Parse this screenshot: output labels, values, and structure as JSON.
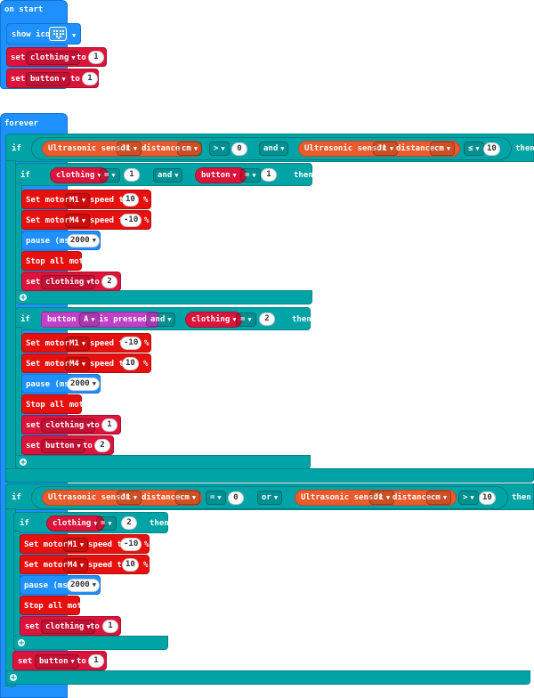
{
  "on_start": {
    "label": "on start",
    "show_icon_label": "show icon",
    "icon": "heart-icon",
    "set1": {
      "set": "set",
      "var": "clothing",
      "to": "to",
      "value": "1"
    },
    "set2": {
      "set": "set",
      "var": "button",
      "to": "to",
      "value": "1"
    }
  },
  "forever": {
    "label": "forever",
    "if1": {
      "if": "if",
      "then": "then",
      "s1": {
        "sensor": "Ultrasonic sensor",
        "port": "J1",
        "distance": "distance",
        "unit": "cm"
      },
      "op1": ">",
      "v1": "0",
      "conj": "and",
      "s2": {
        "sensor": "Ultrasonic sensor",
        "port": "J1",
        "distance": "distance",
        "unit": "cm"
      },
      "op2": "≤",
      "v2": "10",
      "inner1": {
        "if": "if",
        "var1": "clothing",
        "op1": "=",
        "v1": "1",
        "conj": "and",
        "var2": "button",
        "op2": "=",
        "v2": "1",
        "then": "then",
        "m1": {
          "label": "Set motor",
          "motor": "M1",
          "speed": "speed to",
          "value": "10",
          "pct": "%"
        },
        "m2": {
          "label": "Set motor",
          "motor": "M4",
          "speed": "speed to",
          "value": "-10",
          "pct": "%"
        },
        "pause": {
          "label": "pause (ms)",
          "value": "2000"
        },
        "stop": "Stop all motor",
        "set": {
          "set": "set",
          "var": "clothing",
          "to": "to",
          "value": "2"
        }
      },
      "inner2": {
        "if": "if",
        "btn": "button",
        "btn_name": "A",
        "pressed": "is pressed",
        "conj": "and",
        "var": "clothing",
        "op": "=",
        "v": "2",
        "then": "then",
        "m1": {
          "label": "Set motor",
          "motor": "M1",
          "speed": "speed to",
          "value": "-10",
          "pct": "%"
        },
        "m2": {
          "label": "Set motor",
          "motor": "M4",
          "speed": "speed to",
          "value": "10",
          "pct": "%"
        },
        "pause": {
          "label": "pause (ms)",
          "value": "2000"
        },
        "stop": "Stop all motor",
        "set1": {
          "set": "set",
          "var": "clothing",
          "to": "to",
          "value": "1"
        },
        "set2": {
          "set": "set",
          "var": "button",
          "to": "to",
          "value": "2"
        }
      }
    },
    "if2": {
      "if": "if",
      "then": "then",
      "s1": {
        "sensor": "Ultrasonic sensor",
        "port": "J1",
        "distance": "distance",
        "unit": "cm"
      },
      "op1": "=",
      "v1": "0",
      "conj": "or",
      "s2": {
        "sensor": "Ultrasonic sensor",
        "port": "J1",
        "distance": "distance",
        "unit": "cm"
      },
      "op2": ">",
      "v2": "10",
      "inner": {
        "if": "if",
        "var": "clothing",
        "op": "=",
        "v": "2",
        "then": "then",
        "m1": {
          "label": "Set motor",
          "motor": "M1",
          "speed": "speed to",
          "value": "-10",
          "pct": "%"
        },
        "m2": {
          "label": "Set motor",
          "motor": "M4",
          "speed": "speed to",
          "value": "10",
          "pct": "%"
        },
        "pause": {
          "label": "pause (ms)",
          "value": "2000"
        },
        "stop": "Stop all motor",
        "set": {
          "set": "set",
          "var": "clothing",
          "to": "to",
          "value": "1"
        }
      },
      "set": {
        "set": "set",
        "var": "button",
        "to": "to",
        "value": "1"
      }
    }
  },
  "arrow": "▼",
  "plus": "+"
}
